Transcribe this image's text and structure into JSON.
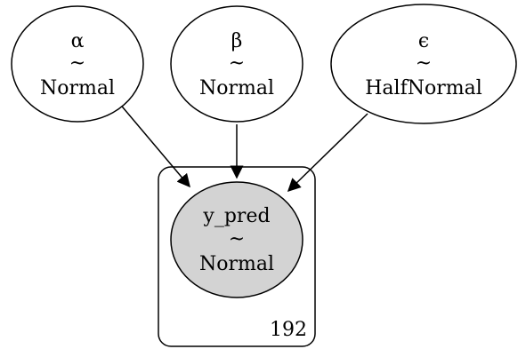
{
  "nodes": [
    {
      "id": "alpha",
      "symbol": "α",
      "tilde": "~",
      "distribution": "Normal",
      "observed": false
    },
    {
      "id": "beta",
      "symbol": "β",
      "tilde": "~",
      "distribution": "Normal",
      "observed": false
    },
    {
      "id": "epsilon",
      "symbol": "ϵ",
      "tilde": "~",
      "distribution": "HalfNormal",
      "observed": false
    },
    {
      "id": "y_pred",
      "symbol": "y_pred",
      "tilde": "~",
      "distribution": "Normal",
      "observed": true
    }
  ],
  "edges": [
    {
      "from": "alpha",
      "to": "y_pred"
    },
    {
      "from": "beta",
      "to": "y_pred"
    },
    {
      "from": "epsilon",
      "to": "y_pred"
    }
  ],
  "plate": {
    "label": "192"
  },
  "colors": {
    "observed_fill": "#d3d3d3",
    "latent_fill": "#ffffff",
    "stroke": "#000000"
  }
}
